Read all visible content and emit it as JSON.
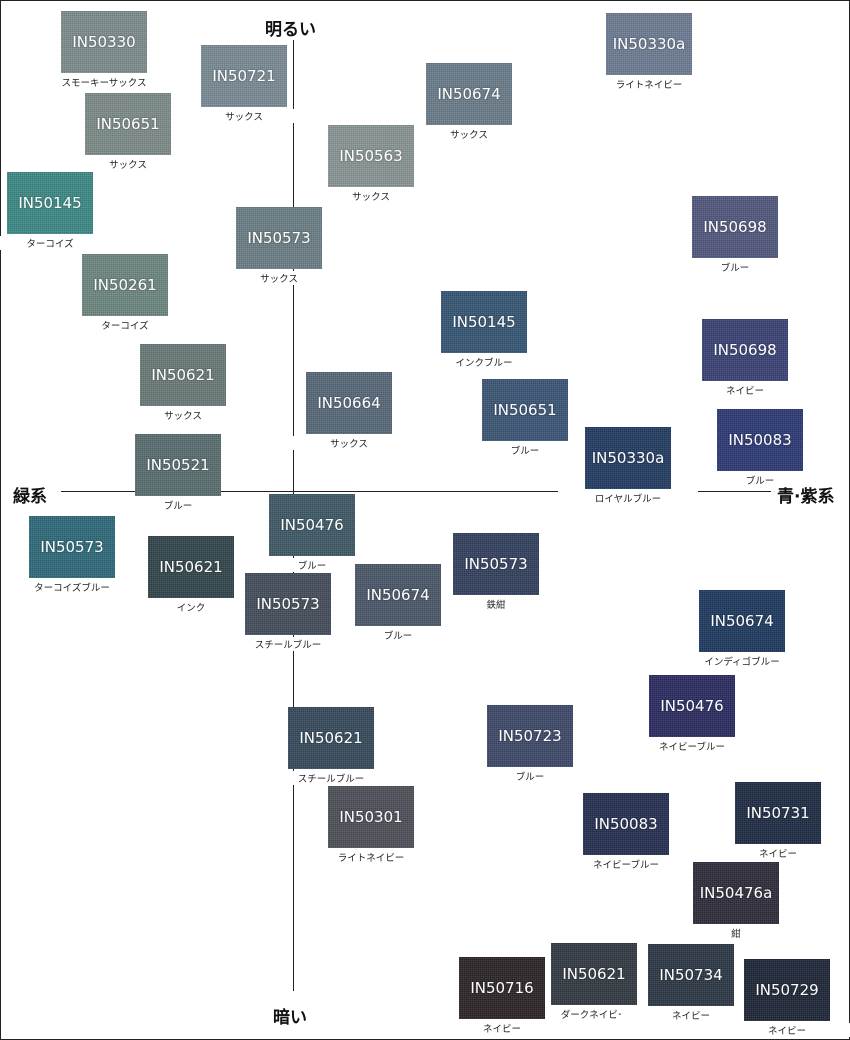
{
  "axes": {
    "top": "明るい",
    "bottom": "暗い",
    "left": "緑系",
    "right": "青·紫系"
  },
  "swatches": [
    {
      "code": "IN50330",
      "name": "スモーキーサックス",
      "color": "#7e8d8e"
    },
    {
      "code": "IN50721",
      "name": "サックス",
      "color": "#7a8b95"
    },
    {
      "code": "IN50674",
      "name": "サックス",
      "color": "#6a7d8b"
    },
    {
      "code": "IN50330a",
      "name": "ライトネイビー",
      "color": "#6e7c93"
    },
    {
      "code": "IN50651",
      "name": "サックス",
      "color": "#7d8c8a"
    },
    {
      "code": "IN50563",
      "name": "サックス",
      "color": "#8a9596"
    },
    {
      "code": "IN50145",
      "name": "ターコイズ",
      "color": "#3d8a86"
    },
    {
      "code": "IN50573",
      "name": "サックス",
      "color": "#6c7f85"
    },
    {
      "code": "IN50698",
      "name": "ブルー",
      "color": "#52597e"
    },
    {
      "code": "IN50261",
      "name": "ターコイズ",
      "color": "#6e8782"
    },
    {
      "code": "IN50145",
      "name": "インクブルー",
      "color": "#365675"
    },
    {
      "code": "IN50698",
      "name": "ネイビー",
      "color": "#3a4275"
    },
    {
      "code": "IN50621",
      "name": "サックス",
      "color": "#6a7b7a"
    },
    {
      "code": "IN50664",
      "name": "サックス",
      "color": "#58697a"
    },
    {
      "code": "IN50651",
      "name": "ブルー",
      "color": "#3b5676"
    },
    {
      "code": "IN50083",
      "name": "ブルー",
      "color": "#2c3a76"
    },
    {
      "code": "IN50330a",
      "name": "ロイヤルブルー",
      "color": "#243c63"
    },
    {
      "code": "IN50521",
      "name": "ブルー",
      "color": "#5b6e70"
    },
    {
      "code": "IN50476",
      "name": "ブルー",
      "color": "#3e5a67"
    },
    {
      "code": "IN50573",
      "name": "ターコイズブルー",
      "color": "#2f6a7a"
    },
    {
      "code": "IN50621",
      "name": "インク",
      "color": "#33464c"
    },
    {
      "code": "IN50573",
      "name": "鉄紺",
      "color": "#34415f"
    },
    {
      "code": "IN50674",
      "name": "ブルー",
      "color": "#4b5869"
    },
    {
      "code": "IN50573",
      "name": "スチールブルー",
      "color": "#454e5c"
    },
    {
      "code": "IN50674",
      "name": "インディゴブルー",
      "color": "#1f3a5f"
    },
    {
      "code": "IN50476",
      "name": "ネイビーブルー",
      "color": "#2b2c62"
    },
    {
      "code": "IN50621",
      "name": "スチールブルー",
      "color": "#374b5c"
    },
    {
      "code": "IN50723",
      "name": "ブルー",
      "color": "#3e4a6a"
    },
    {
      "code": "IN50301",
      "name": "ライトネイビー",
      "color": "#4d5059"
    },
    {
      "code": "IN50731",
      "name": "ネイビー",
      "color": "#1f2c44"
    },
    {
      "code": "IN50083",
      "name": "ネイビーブルー",
      "color": "#262f52"
    },
    {
      "code": "IN50476a",
      "name": "紺",
      "color": "#2e2c3a"
    },
    {
      "code": "IN50621",
      "name": "ダークネイビー",
      "color": "#333a42"
    },
    {
      "code": "IN50734",
      "name": "ネイビー",
      "color": "#2c3847"
    },
    {
      "code": "IN50716",
      "name": "ネイビー",
      "color": "#2b2528"
    },
    {
      "code": "IN50729",
      "name": "ネイビー",
      "color": "#1e2637"
    }
  ]
}
